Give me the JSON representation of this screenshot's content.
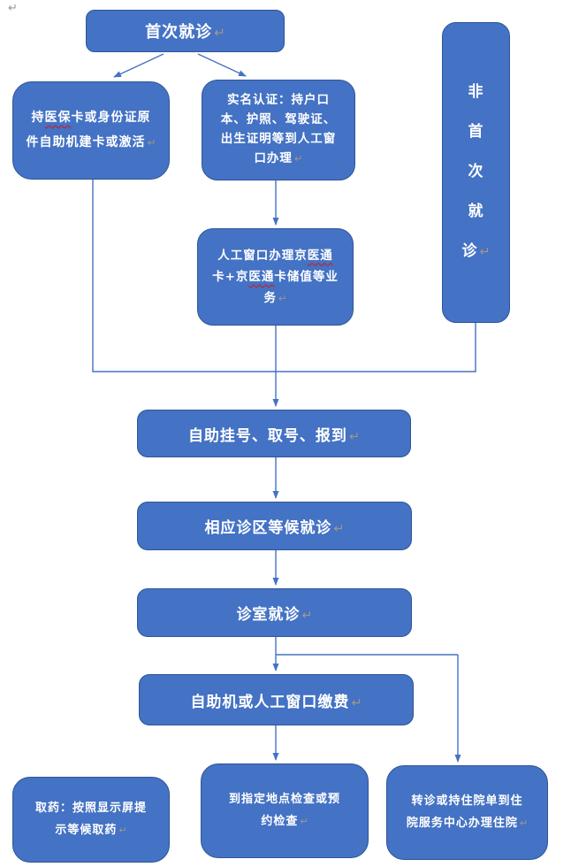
{
  "marks": {
    "para": "↵"
  },
  "colors": {
    "box_fill": "#4472C4",
    "box_border": "#2F5597",
    "connector": "#4472C4",
    "text": "#FFFFFF",
    "para_mark": "#A0968A",
    "squiggle": "#E01010"
  },
  "flowchart": {
    "first_visit": {
      "label": "首次就诊"
    },
    "build_card": {
      "l1_pre": "持",
      "l1_wavy": "医保",
      "l1_post": "卡或身份证原",
      "l2": "件自助机建卡或激活"
    },
    "real_name": {
      "l1": "实名认证：持户口",
      "l2": "本、护照、驾驶证、",
      "l3": "出生证明等到人工窗",
      "l4": "口办理"
    },
    "jingyitong": {
      "l1_pre": "人工窗口办理京",
      "l1_wavy": "医通",
      "l2_pre": "卡+京",
      "l2_wavy": "医通",
      "l2_post": "卡储值等业",
      "l3": "务"
    },
    "non_first_visit": {
      "c1": "非",
      "c2": "首",
      "c3": "次",
      "c4": "就",
      "c5": "诊"
    },
    "register": {
      "label": "自助挂号、取号、报到"
    },
    "wait_area": {
      "label": "相应诊区等候就诊"
    },
    "consult_room": {
      "label": "诊室就诊"
    },
    "payment": {
      "label": "自助机或人工窗口缴费"
    },
    "take_medicine": {
      "l1": "取药：按照显示屏提",
      "l2": "示等候取药"
    },
    "examination": {
      "l1": "到指定地点检查或预",
      "l2": "约检查"
    },
    "hospitalization": {
      "l1": "转诊或持住院单到住",
      "l2": "院服务中心办理住院"
    }
  }
}
